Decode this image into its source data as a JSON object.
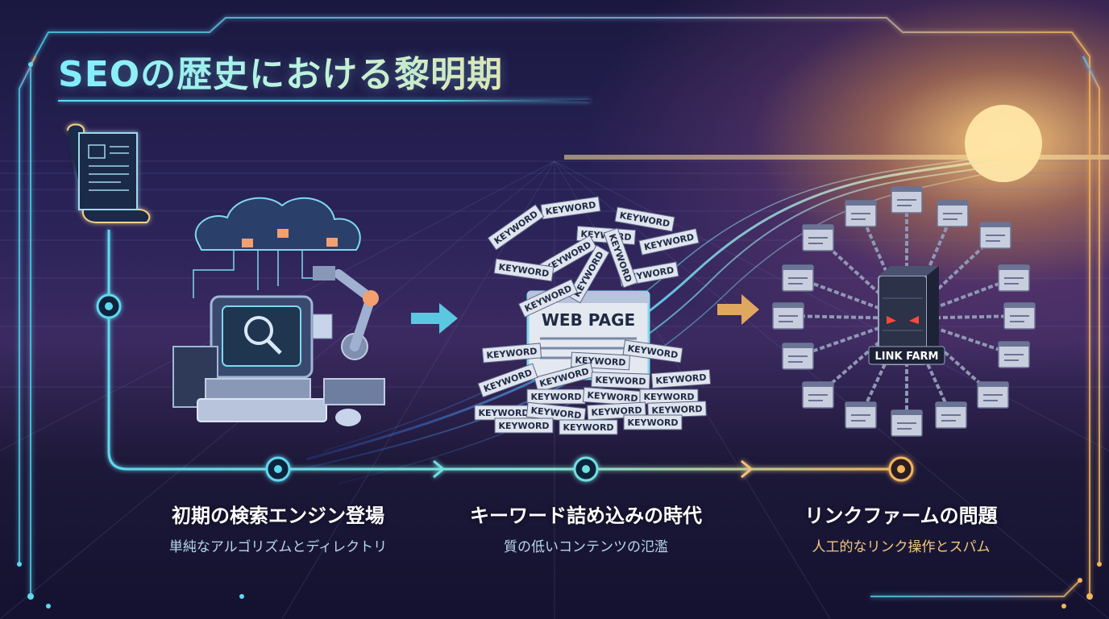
{
  "title": "SEOの歴史における黎明期",
  "stages": [
    {
      "label": "初期の検索エンジン登場",
      "subtitle": "単純なアルゴリズムとディレクトリ",
      "icon": "search-engine-computer-icon",
      "color": "#5fd8f0"
    },
    {
      "label": "キーワード詰め込みの時代",
      "subtitle": "質の低いコンテンツの氾濫",
      "icon": "keyword-stuffed-webpage-icon",
      "color": "#5fd8f0"
    },
    {
      "label": "リンクファームの問題",
      "subtitle": "人工的なリンク操作とスパム",
      "icon": "link-farm-server-icon",
      "color": "#f3b55e"
    }
  ],
  "webpage": {
    "label": "WEB PAGE",
    "keyword": "KEYWORD"
  },
  "linkfarm": {
    "label": "LINK FARM"
  },
  "colors": {
    "accent": "#5fd8f0",
    "warm": "#f3b55e",
    "subtitle_cool": "#b8d8ec",
    "subtitle_warm": "#f3c77c"
  }
}
